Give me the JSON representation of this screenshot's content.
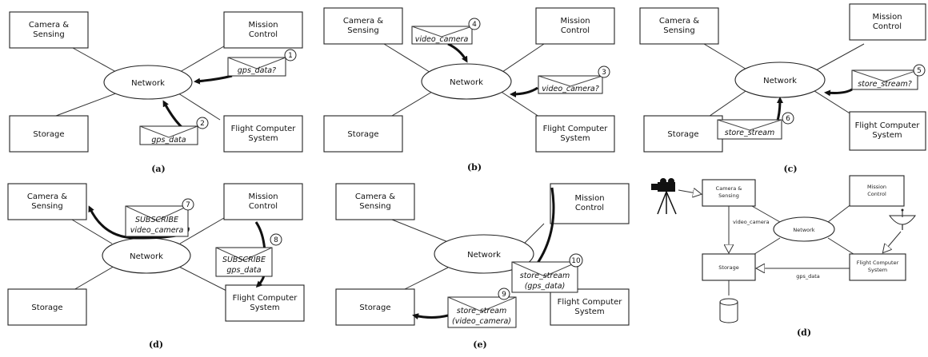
{
  "nodes": {
    "camera": [
      "Camera &",
      "Sensing"
    ],
    "mission": [
      "Mission",
      "Control"
    ],
    "network": "Network",
    "storage": "Storage",
    "flight": [
      "Flight Computer",
      "System"
    ]
  },
  "captions": {
    "a": "(a)",
    "b": "(b)",
    "c": "(c)",
    "d1": "(d)",
    "e": "(e)",
    "d2": "(d)"
  },
  "messages": {
    "m1": {
      "num": "1",
      "lines": [
        "gps_data?"
      ]
    },
    "m2": {
      "num": "2",
      "lines": [
        "gps_data"
      ]
    },
    "m3": {
      "num": "3",
      "lines": [
        "video_camera?"
      ]
    },
    "m4": {
      "num": "4",
      "lines": [
        "video_camera"
      ]
    },
    "m5": {
      "num": "5",
      "lines": [
        "store_stream?"
      ]
    },
    "m6": {
      "num": "6",
      "lines": [
        "store_stream"
      ]
    },
    "m7": {
      "num": "7",
      "lines": [
        "SUBSCRIBE",
        "video_camera"
      ]
    },
    "m8": {
      "num": "8",
      "lines": [
        "SUBSCRIBE",
        "gps_data"
      ]
    },
    "m9": {
      "num": "9",
      "lines": [
        "store_stream",
        "(video_camera)"
      ]
    },
    "m10": {
      "num": "10",
      "lines": [
        "store_stream",
        "(gps_data)"
      ]
    }
  },
  "flow_labels": {
    "video_camera": "video_camera",
    "gps_data": "gps_data"
  }
}
